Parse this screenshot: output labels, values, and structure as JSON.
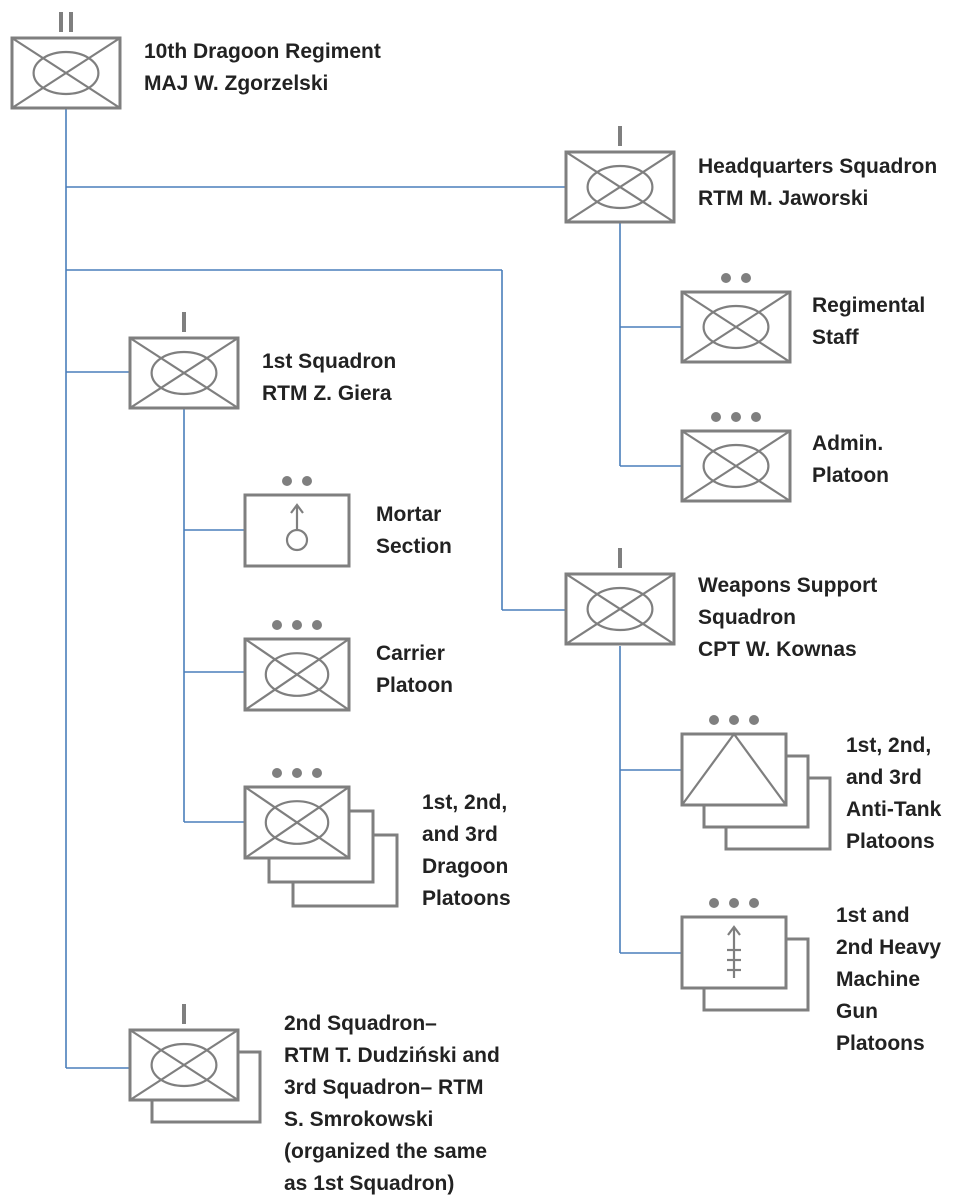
{
  "colors": {
    "line": "#4a7ebb",
    "symbol": "#7f7f7f",
    "text": "#222222",
    "background": "#ffffff"
  },
  "units": {
    "regiment": {
      "echelon": "II",
      "symbol": "armored-cavalry",
      "lines": [
        "10th Dragoon Regiment",
        "MAJ W. Zgorzelski"
      ]
    },
    "hq_squadron": {
      "echelon": "I",
      "symbol": "armored-cavalry",
      "lines": [
        "Headquarters Squadron",
        "RTM M. Jaworski"
      ]
    },
    "regimental_staff": {
      "echelon": "••",
      "symbol": "armored-cavalry",
      "lines": [
        "Regimental",
        "Staff"
      ]
    },
    "admin_platoon": {
      "echelon": "•••",
      "symbol": "armored-cavalry",
      "lines": [
        "Admin.",
        "Platoon"
      ]
    },
    "sq1": {
      "echelon": "I",
      "symbol": "armored-cavalry",
      "lines": [
        "1st Squadron",
        "RTM Z. Giera"
      ]
    },
    "mortar_section": {
      "echelon": "••",
      "symbol": "mortar",
      "lines": [
        "Mortar",
        "Section"
      ]
    },
    "carrier_platoon": {
      "echelon": "•••",
      "symbol": "armored-cavalry",
      "lines": [
        "Carrier",
        "Platoon"
      ]
    },
    "dragoon_platoons": {
      "echelon": "•••",
      "symbol": "armored-cavalry",
      "stacked": 3,
      "lines": [
        "1st, 2nd,",
        "and 3rd",
        "Dragoon",
        "Platoons"
      ]
    },
    "weapons_squadron": {
      "echelon": "I",
      "symbol": "armored-cavalry",
      "lines": [
        "Weapons Support",
        "Squadron",
        "CPT W. Kownas"
      ]
    },
    "antitank_platoons": {
      "echelon": "•••",
      "symbol": "anti-tank",
      "stacked": 3,
      "lines": [
        "1st, 2nd,",
        "and 3rd",
        "Anti-Tank",
        "Platoons"
      ]
    },
    "hmg_platoons": {
      "echelon": "•••",
      "symbol": "heavy-machine-gun",
      "stacked": 2,
      "lines": [
        "1st and",
        "2nd Heavy",
        "Machine",
        "Gun",
        "Platoons"
      ]
    },
    "sq2_sq3": {
      "echelon": "I",
      "symbol": "armored-cavalry",
      "stacked": 2,
      "lines": [
        "2nd Squadron–",
        "RTM T. Dudziński and",
        "3rd Squadron– RTM",
        "S. Smrokowski",
        "(organized the same",
        "as 1st Squadron)"
      ]
    }
  }
}
